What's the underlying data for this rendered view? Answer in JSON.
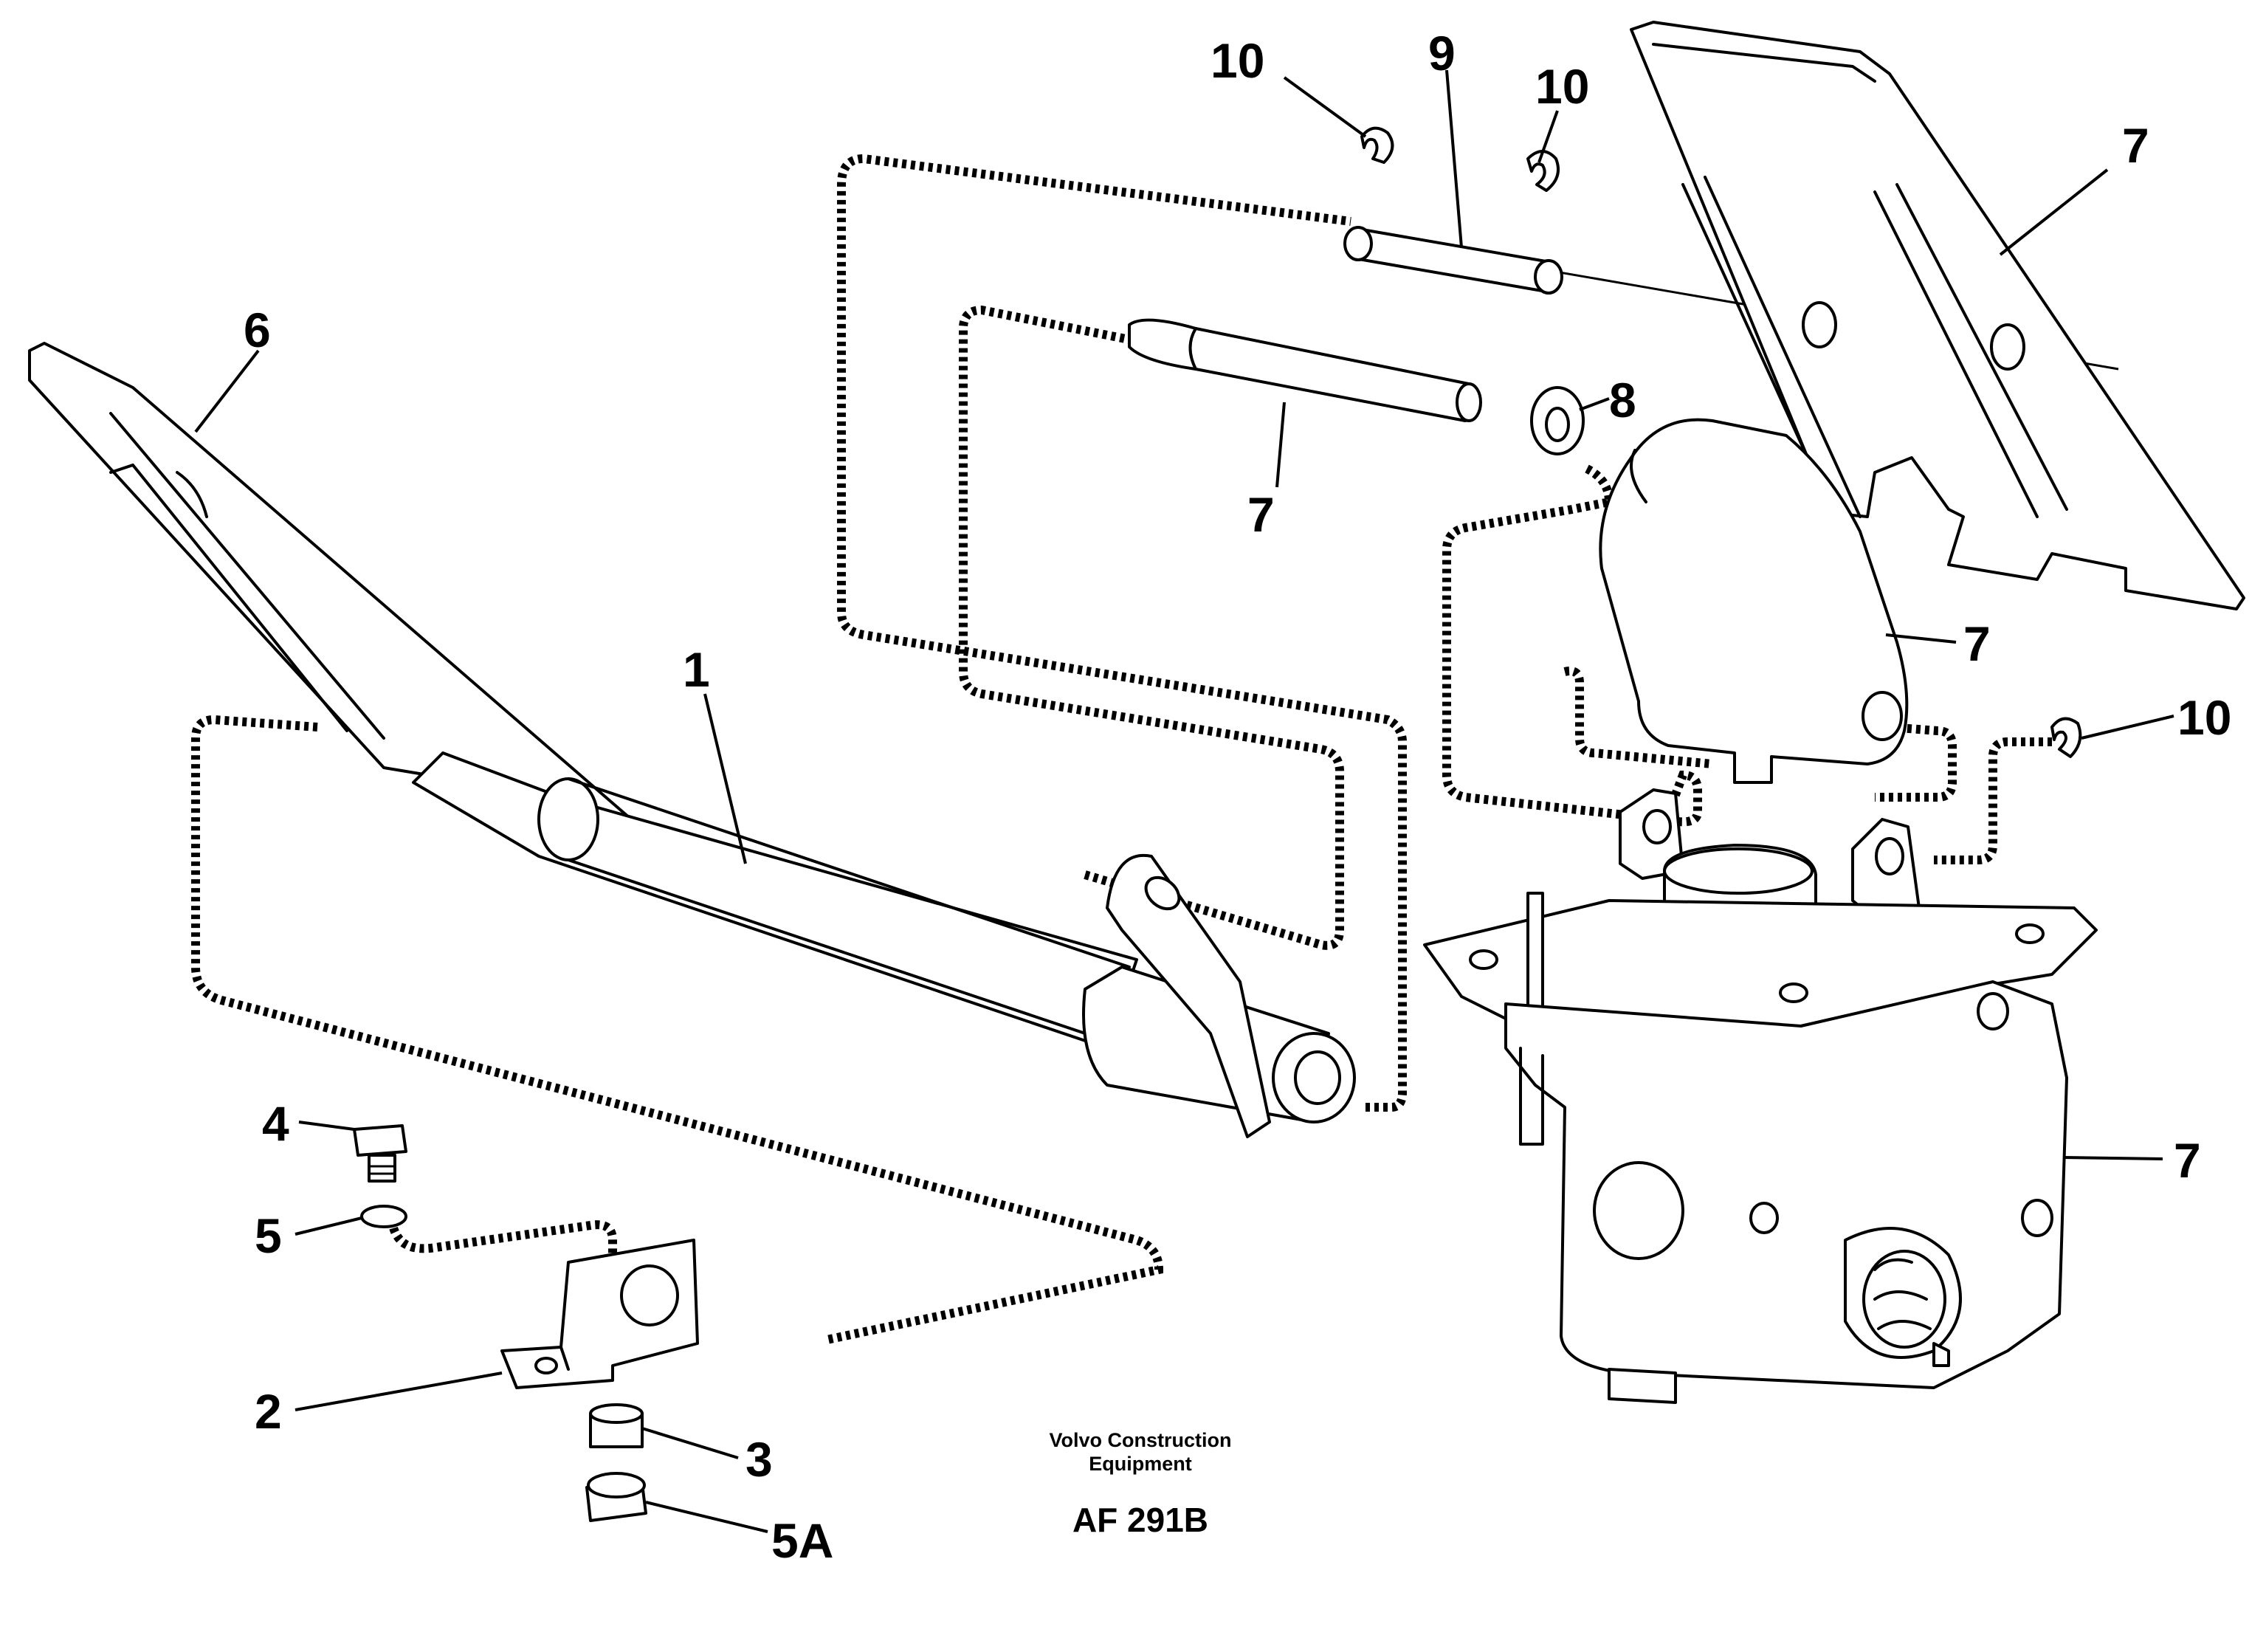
{
  "callouts": {
    "c10a": "10",
    "c9": "9",
    "c10b": "10",
    "c7_top_right": "7",
    "c6": "6",
    "c8": "8",
    "c7_pin": "7",
    "c7_arm": "7",
    "c10c": "10",
    "c1": "1",
    "c7_valve": "7",
    "c4": "4",
    "c5": "5",
    "c2": "2",
    "c3": "3",
    "c5a": "5A"
  },
  "caption": {
    "company_line1": "Volvo Construction",
    "company_line2": "Equipment",
    "code": "AF 291B"
  }
}
